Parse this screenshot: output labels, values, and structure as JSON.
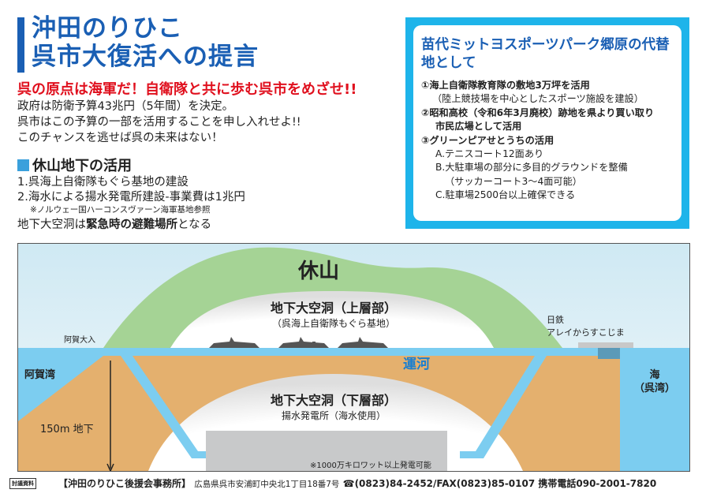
{
  "header": {
    "title_line1": "沖田のりひこ",
    "title_line2": "呉市大復活への提言",
    "slogan": "呉の原点は海軍だ！自衛隊と共に歩む呉市をめざせ!!",
    "intro": [
      "政府は防衛予算43兆円（5年間）を決定。",
      "呉市はこの予算の一部を活用することを申し入れせよ!!",
      "このチャンスを逃せば呉の未来はない！"
    ]
  },
  "section": {
    "heading": "休山地下の活用",
    "item1": "1.呉海上自衛隊もぐら基地の建設",
    "item2": "2.海水による揚水発電所建設‐事業費は1兆円",
    "note": "※ノルウェー国ハーコンスヴァーン海軍基地参照",
    "closing_prefix": "地下大空洞は",
    "closing_bold": "緊急時の避難場所",
    "closing_suffix": "となる"
  },
  "proposal": {
    "title": "苗代ミットヨスポーツパーク郷原の代替地として",
    "items": [
      {
        "text": "①海上自衛隊教育隊の敷地3万坪を活用",
        "bold": true
      },
      {
        "text": "（陸上競技場を中心としたスポーツ施設を建設）",
        "bold": false
      },
      {
        "text": "②昭和高校（令和6年3月廃校）跡地を県より買い取り",
        "bold": true
      },
      {
        "text": "市民広場として活用",
        "bold": true
      },
      {
        "text": "③グリーンピアせとうちの活用",
        "bold": true
      },
      {
        "text": "A.テニスコート12面あり",
        "bold": false
      },
      {
        "text": "B.大駐車場の部分に多目的グラウンドを整備",
        "bold": false
      },
      {
        "text": "（サッカーコート3～4面可能）",
        "bold": false
      },
      {
        "text": "C.駐車場2500台以上確保できる",
        "bold": false
      }
    ]
  },
  "diagram": {
    "mountain": "休山",
    "upper_title": "地下大空洞（上層部）",
    "upper_sub": "（呉海上自衛隊もぐら基地）",
    "aga_entrance": "阿賀大入",
    "aga_bay": "阿賀湾",
    "nittetsu_line1": "日鉄",
    "nittetsu_line2": "アレイからすこじま",
    "canal": "運河",
    "sea_line1": "海",
    "sea_line2": "（呉湾）",
    "lower_title": "地下大空洞（下層部）",
    "lower_sub": "揚水発電所（海水使用）",
    "depth": "150m 地下",
    "power_note": "※1000万キロワット以上発電可能"
  },
  "footer": {
    "tag": "討議資料",
    "office": "【沖田のりひこ後援会事務所】",
    "address": "広島県呉市安浦町中央北1丁目18番7号",
    "phone": "☎(0823)84-2452/FAX(0823)85-0107 携帯電話090-2001-7820"
  },
  "colors": {
    "blue": "#1a5fb4",
    "red": "#e0101e",
    "cyan": "#1eb4ea",
    "earth": "#e4b06e",
    "green": "#a5d395",
    "water": "#7ccdf0"
  }
}
